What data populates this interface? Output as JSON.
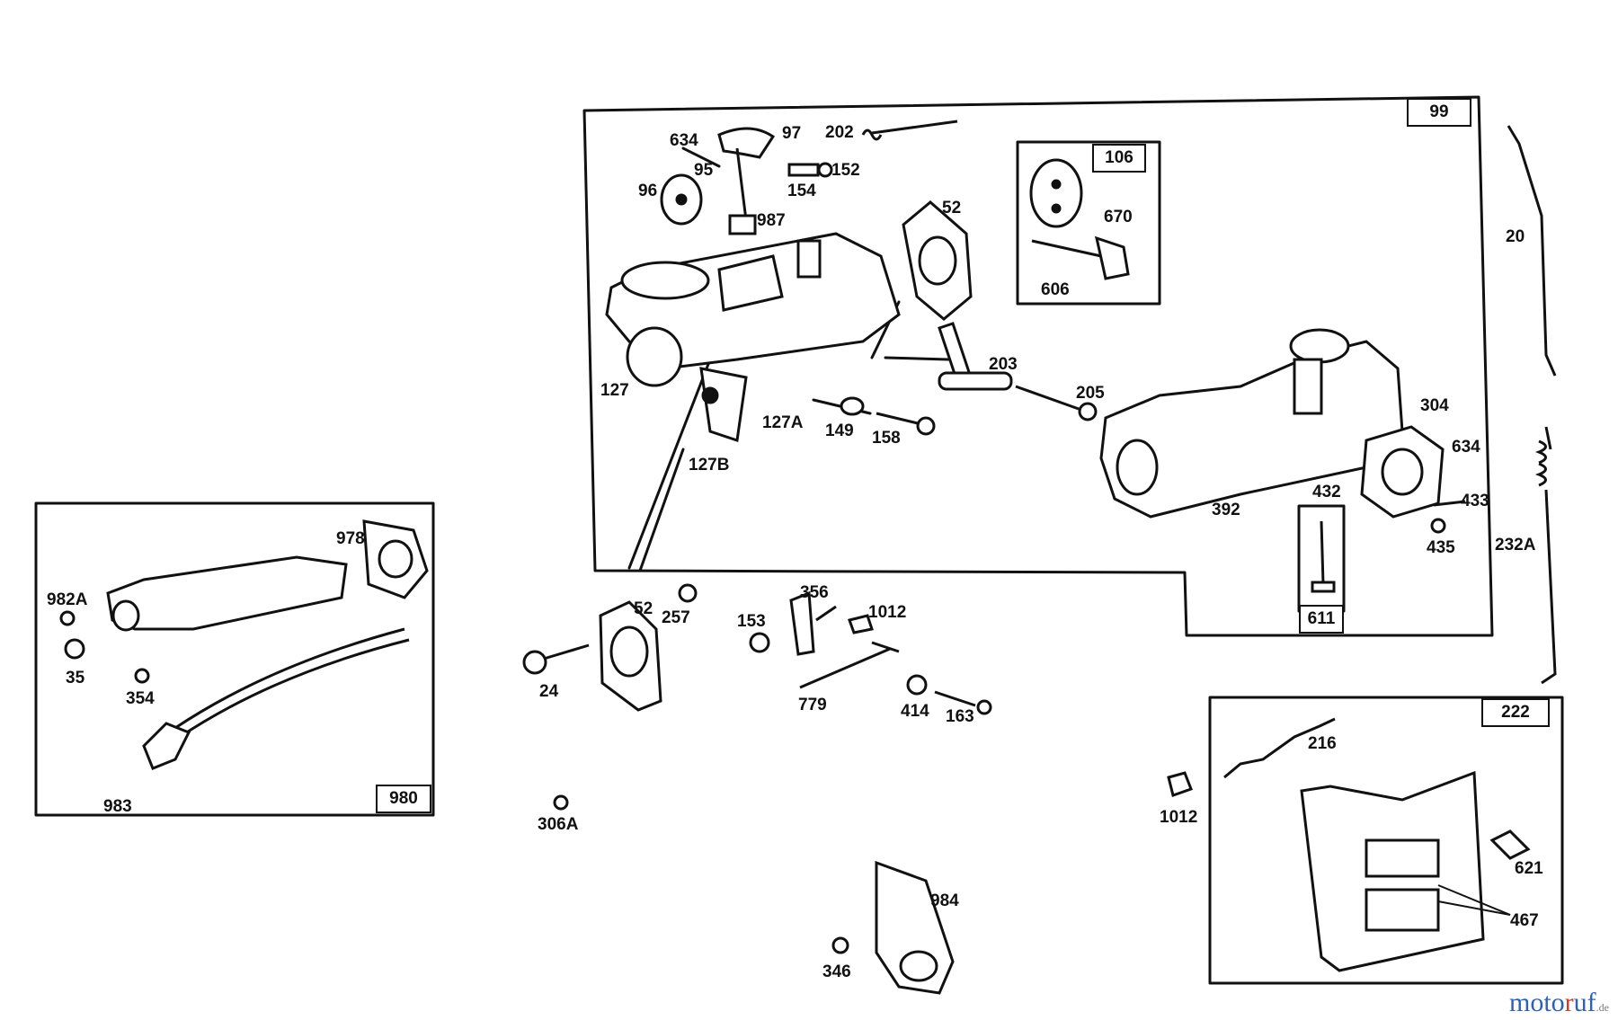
{
  "labels": {
    "l634": "634",
    "l97": "97",
    "l202": "202",
    "l95": "95",
    "l152": "152",
    "l154": "154",
    "l96": "96",
    "l987": "987",
    "l52a": "52",
    "l127": "127",
    "l127a": "127A",
    "l127b": "127B",
    "l149": "149",
    "l158": "158",
    "l203": "203",
    "l205": "205",
    "l670": "670",
    "l606": "606",
    "l20": "20",
    "l232a": "232A",
    "l304": "304",
    "l634b": "634",
    "l433": "433",
    "l432": "432",
    "l435": "435",
    "l392": "392",
    "l257": "257",
    "l52b": "52",
    "l24": "24",
    "l153": "153",
    "l356": "356",
    "l1012a": "1012",
    "l779": "779",
    "l414": "414",
    "l163": "163",
    "l978": "978",
    "l982a": "982A",
    "l35": "35",
    "l354": "354",
    "l983": "983",
    "l306a": "306A",
    "l984": "984",
    "l346": "346",
    "l216": "216",
    "l1012b": "1012",
    "l621": "621",
    "l467": "467"
  },
  "boxes": {
    "b99": "99",
    "b106": "106",
    "b611": "611",
    "b980": "980",
    "b222": "222"
  },
  "watermark": {
    "a": "moto",
    "b": "r",
    "c": "uf",
    "d": ".de"
  }
}
